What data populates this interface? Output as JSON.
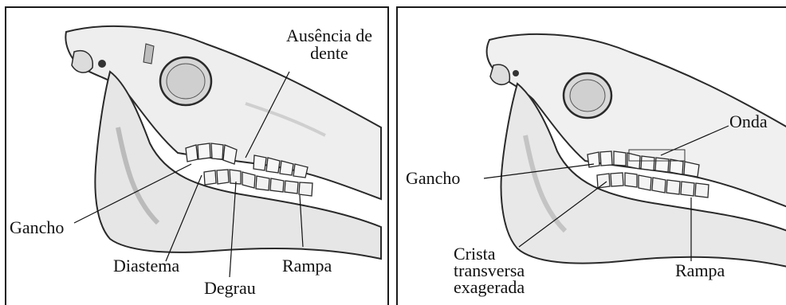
{
  "left_panel": {
    "labels": {
      "ausencia_line1": "Ausência de",
      "ausencia_line2": "dente",
      "gancho": "Gancho",
      "diastema": "Diastema",
      "degrau": "Degrau",
      "rampa": "Rampa"
    }
  },
  "right_panel": {
    "labels": {
      "onda": "Onda",
      "gancho": "Gancho",
      "crista_line1": "Crista",
      "crista_line2": "transversa",
      "crista_line3": "exagerada",
      "rampa": "Rampa"
    }
  },
  "colors": {
    "outline": "#2a2a2a",
    "bone_fill": "#ededed",
    "shade": "#c9c9c9",
    "leader": "#111111"
  }
}
